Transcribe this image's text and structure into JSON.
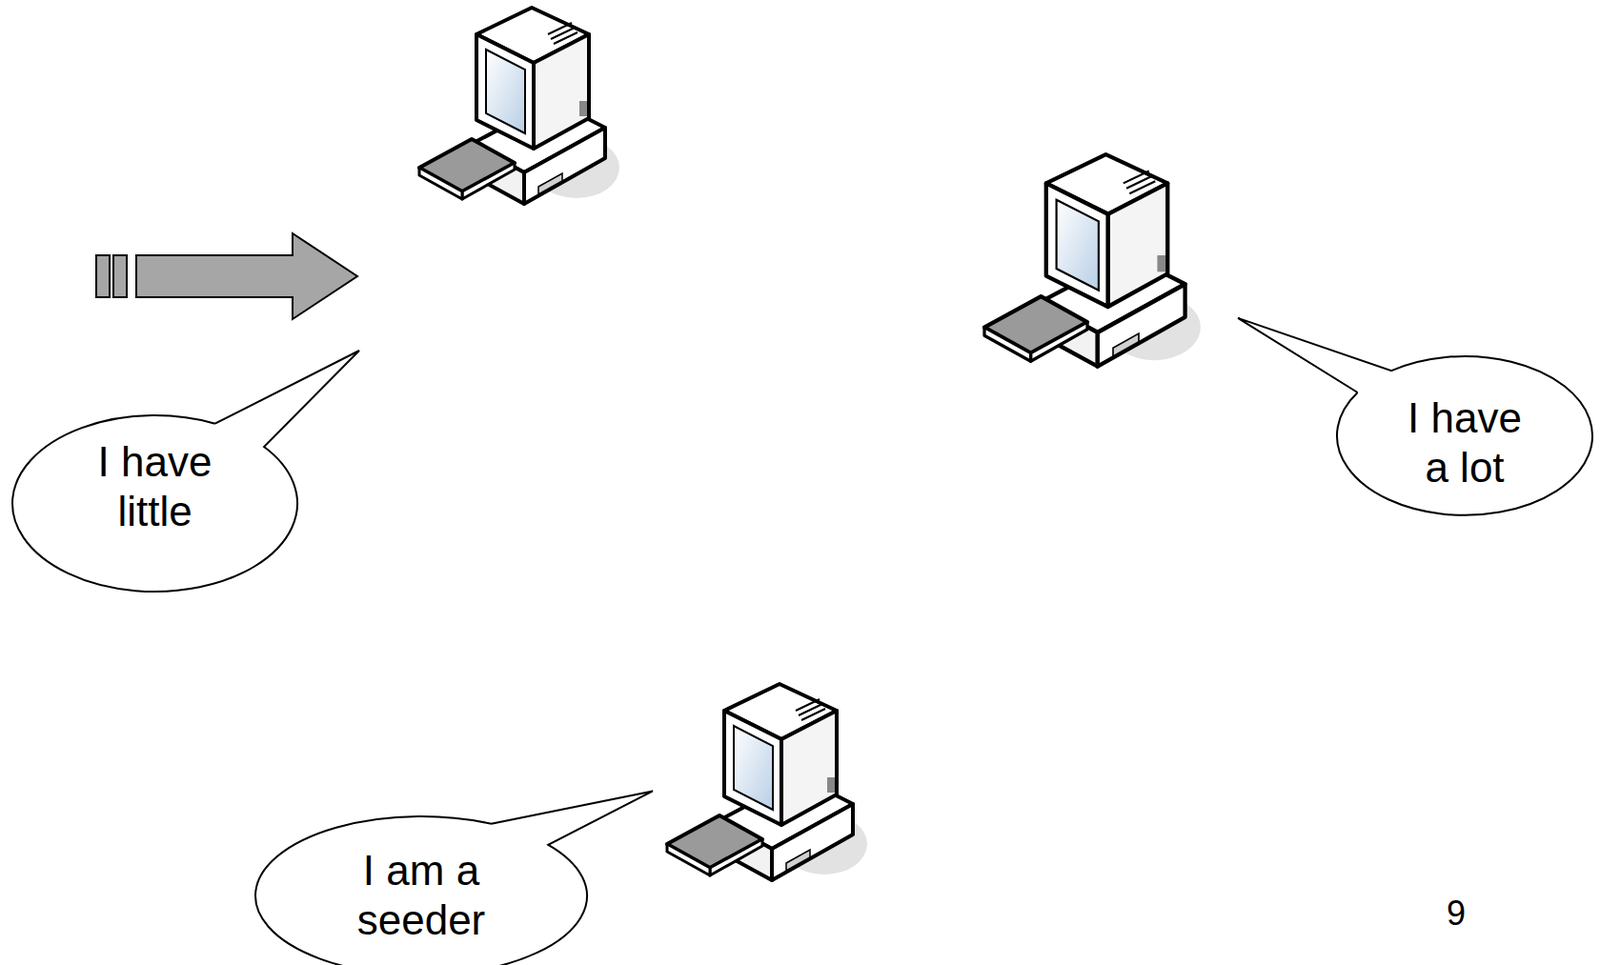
{
  "diagram": {
    "nodes": [
      {
        "text": [
          "I have little"
        ]
      },
      {
        "text": [
          "I have a lot"
        ]
      },
      {
        "text": [
          "I am a seeder"
        ]
      }
    ],
    "labels": [
      "9"
    ]
  }
}
